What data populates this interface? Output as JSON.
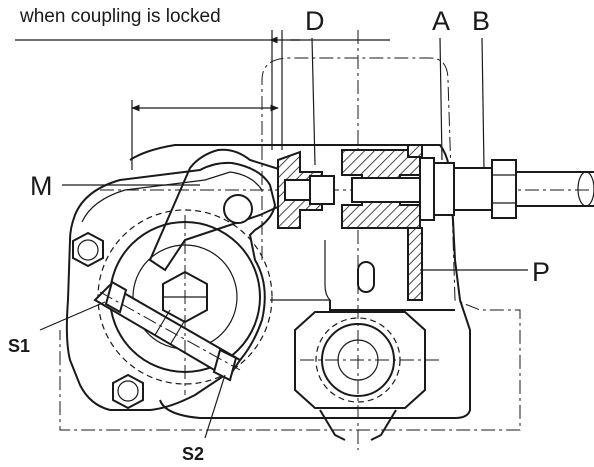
{
  "diagram": {
    "caption": "when coupling is locked",
    "labels": {
      "D": "D",
      "A": "A",
      "B": "B",
      "M": "M",
      "P": "P",
      "S1": "S1",
      "S2": "S2"
    }
  }
}
